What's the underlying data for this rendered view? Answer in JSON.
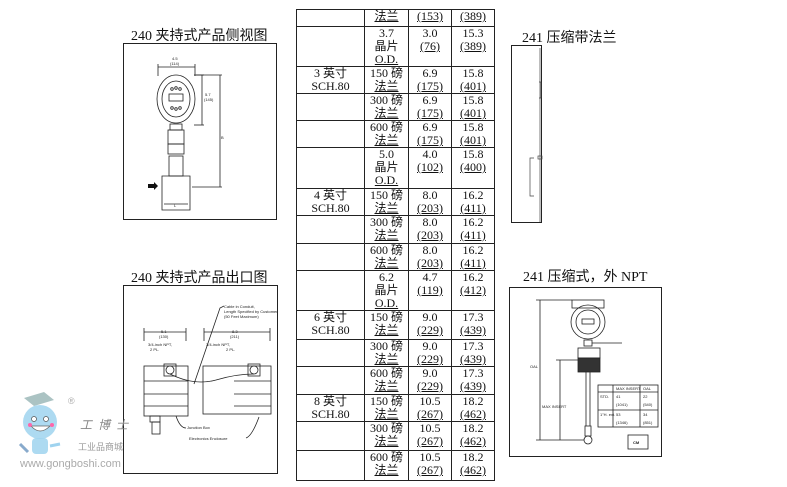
{
  "figures": {
    "side_view": {
      "caption": "240 夹持式产品侧视图",
      "dims": {
        "width_in": "4.5",
        "width_mm": "(114)",
        "height_in": "5.7",
        "height_mm": "(145)",
        "b": "B",
        "l": "L"
      }
    },
    "outlet_view": {
      "caption": "240 夹持式产品出口图",
      "labels": {
        "cable": "Cable in Conduit,",
        "cable2": "Length Specified by Customer",
        "cable3": "(50 Feet Maximum)",
        "left_dim_in": "5.1",
        "left_dim_mm": "(130)",
        "right_dim_in": "8.3",
        "right_dim_mm": "(211)",
        "npt_left": "3/4-inch NPT,",
        "npt_left2": "2 PL.",
        "npt_right": "3/4-inch NPT,",
        "npt_right2": "2 PL.",
        "junction": "Junction Box",
        "electronics": "Electronics Enclosure"
      }
    },
    "compression_flange": {
      "caption": "241 压缩带法兰"
    },
    "compression_npt": {
      "caption": "241 压缩式，外 NPT",
      "labels": {
        "oal": "OAL",
        "max_insert": "MAX INSERT",
        "badge": "CM"
      },
      "mini_table": {
        "headers": [
          "",
          "MAX INSERT",
          "OAL"
        ],
        "rows": [
          [
            "STD.",
            "41",
            "22"
          ],
          [
            "",
            "(1041)",
            "(540)"
          ],
          [
            "1\"H. ext.",
            "53",
            "34"
          ],
          [
            "",
            "(1346)",
            "(851)"
          ]
        ]
      }
    }
  },
  "table": {
    "rows": [
      {
        "size": "",
        "size2": "",
        "conn": [
          "法兰"
        ],
        "a": [
          "(153)"
        ],
        "b": [
          "(389)"
        ]
      },
      {
        "size": "",
        "size2": "",
        "conn": [
          "3.7",
          "晶片",
          "O.D."
        ],
        "a": [
          "3.0",
          "(76)"
        ],
        "b": [
          "15.3",
          "(389)"
        ]
      },
      {
        "size": "3 英寸",
        "size2": "SCH.80",
        "conn": [
          "150 磅",
          "法兰"
        ],
        "a": [
          "6.9",
          "(175)"
        ],
        "b": [
          "15.8",
          "(401)"
        ]
      },
      {
        "size": "",
        "size2": "",
        "conn": [
          "300 磅",
          "法兰"
        ],
        "a": [
          "6.9",
          "(175)"
        ],
        "b": [
          "15.8",
          "(401)"
        ]
      },
      {
        "size": "",
        "size2": "",
        "conn": [
          "600 磅",
          "法兰"
        ],
        "a": [
          "6.9",
          "(175)"
        ],
        "b": [
          "15.8",
          "(401)"
        ]
      },
      {
        "size": "",
        "size2": "",
        "conn": [
          "5.0",
          "晶片",
          "O.D."
        ],
        "a": [
          "4.0",
          "(102)"
        ],
        "b": [
          "15.8",
          "(400)"
        ]
      },
      {
        "size": "4 英寸",
        "size2": "SCH.80",
        "conn": [
          "150 磅",
          "法兰"
        ],
        "a": [
          "8.0",
          "(203)"
        ],
        "b": [
          "16.2",
          "(411)"
        ]
      },
      {
        "size": "",
        "size2": "",
        "conn": [
          "300 磅",
          "法兰"
        ],
        "a": [
          "8.0",
          "(203)"
        ],
        "b": [
          "16.2",
          "(411)"
        ]
      },
      {
        "size": "",
        "size2": "",
        "conn": [
          "600 磅",
          "法兰"
        ],
        "a": [
          "8.0",
          "(203)"
        ],
        "b": [
          "16.2",
          "(411)"
        ]
      },
      {
        "size": "",
        "size2": "",
        "conn": [
          "6.2",
          "晶片",
          "O.D."
        ],
        "a": [
          "4.7",
          "(119)"
        ],
        "b": [
          "16.2",
          "(412)"
        ]
      },
      {
        "size": "6 英寸",
        "size2": "SCH.80",
        "conn": [
          "150 磅",
          "法兰"
        ],
        "a": [
          "9.0",
          "(229)"
        ],
        "b": [
          "17.3",
          "(439)"
        ]
      },
      {
        "size": "",
        "size2": "",
        "conn": [
          "300 磅",
          "法兰"
        ],
        "a": [
          "9.0",
          "(229)"
        ],
        "b": [
          "17.3",
          "(439)"
        ]
      },
      {
        "size": "",
        "size2": "",
        "conn": [
          "600 磅",
          "法兰"
        ],
        "a": [
          "9.0",
          "(229)"
        ],
        "b": [
          "17.3",
          "(439)"
        ]
      },
      {
        "size": "8 英寸",
        "size2": "SCH.80",
        "conn": [
          "150 磅",
          "法兰"
        ],
        "a": [
          "10.5",
          "(267)"
        ],
        "b": [
          "18.2",
          "(462)"
        ]
      },
      {
        "size": "",
        "size2": "",
        "conn": [
          "300 磅",
          "法兰"
        ],
        "a": [
          "10.5",
          "(267)"
        ],
        "b": [
          "18.2",
          "(462)"
        ]
      },
      {
        "size": "",
        "size2": "",
        "conn": [
          "600 磅",
          "法兰"
        ],
        "a": [
          "10.5",
          "(267)"
        ],
        "b": [
          "18.2",
          "(462)"
        ]
      }
    ]
  },
  "watermark": {
    "brand": "工博士",
    "sub": "工业品商城",
    "url": "www.gongboshi.com",
    "reg": "®"
  }
}
